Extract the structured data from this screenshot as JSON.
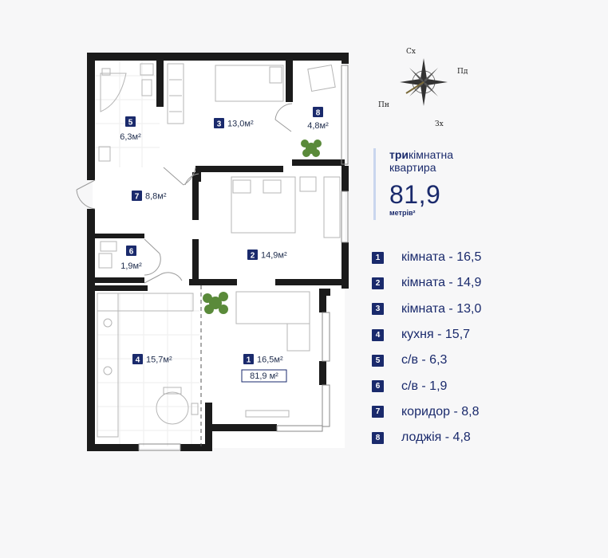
{
  "compass": {
    "north": "Пн",
    "south": "Пд",
    "east": "Сх",
    "west": "Зх"
  },
  "info": {
    "type_bold": "три",
    "type_rest": "кімнатна",
    "type_line2": "квартира",
    "area": "81,9",
    "unit": "метрів²"
  },
  "rooms": [
    {
      "num": "1",
      "area": "16,5м²"
    },
    {
      "num": "2",
      "area": "14,9м²"
    },
    {
      "num": "3",
      "area": "13,0м²"
    },
    {
      "num": "4",
      "area": "15,7м²"
    },
    {
      "num": "5",
      "area": "6,3м²"
    },
    {
      "num": "6",
      "area": "1,9м²"
    },
    {
      "num": "7",
      "area": "8,8м²"
    },
    {
      "num": "8",
      "area": "4,8м²"
    }
  ],
  "total_badge": "81,9 м²",
  "legend": [
    {
      "num": "1",
      "label": "кімната - 16,5"
    },
    {
      "num": "2",
      "label": "кімната - 14,9"
    },
    {
      "num": "3",
      "label": "кімната - 13,0"
    },
    {
      "num": "4",
      "label": "кухня - 15,7"
    },
    {
      "num": "5",
      "label": "с/в - 6,3"
    },
    {
      "num": "6",
      "label": "с/в - 1,9"
    },
    {
      "num": "7",
      "label": "коридор - 8,8"
    },
    {
      "num": "8",
      "label": "лоджія - 4,8"
    }
  ],
  "colors": {
    "wall": "#1b1b1b",
    "accent": "#1a2a6c",
    "plant": "#5a8a3a"
  }
}
